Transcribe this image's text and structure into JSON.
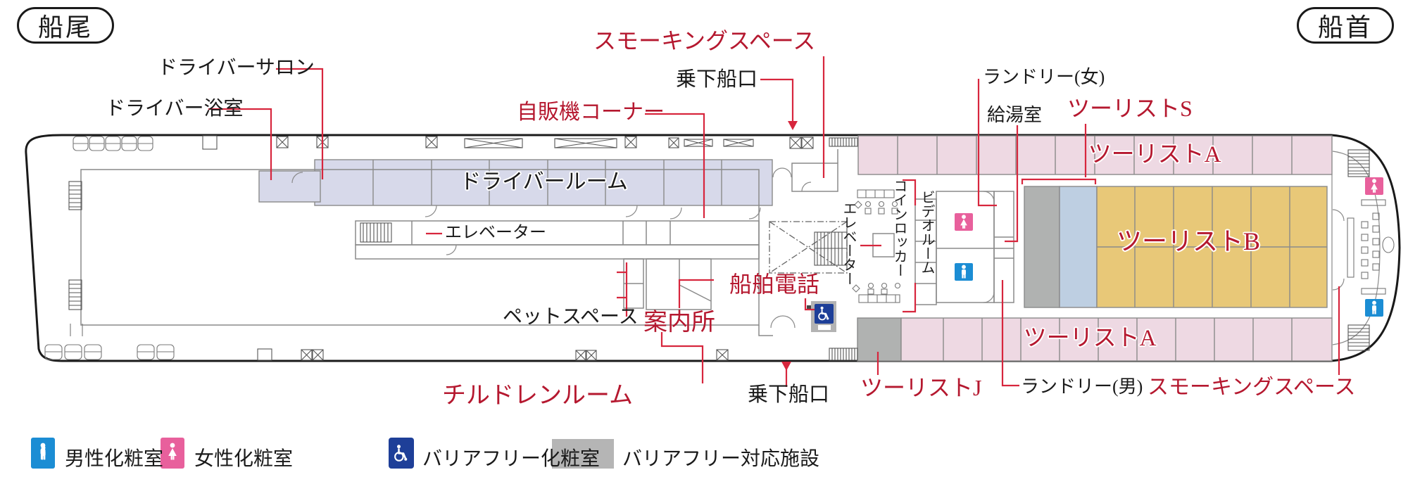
{
  "orientation": {
    "stern": "船尾",
    "bow": "船首"
  },
  "deck_labels": {
    "driver_salon": "ドライバーサロン",
    "driver_bath": "ドライバー浴室",
    "driver_room": "ドライバールーム",
    "elevator_driver": "エレベーター",
    "elevator_center": "エレベーター",
    "vending_corner": "自販機コーナー",
    "boarding_top": "乗下船口",
    "boarding_bottom": "乗下船口",
    "smoking_top": "スモーキングスペース",
    "smoking_bottom": "スモーキングスペース",
    "laundry_women": "ランドリー(女)",
    "laundry_men": "ランドリー(男)",
    "kitchenette": "給湯室",
    "tourist_s": "ツーリストS",
    "tourist_a_top": "ツーリストA",
    "tourist_a_bottom": "ツーリストA",
    "tourist_b": "ツーリストB",
    "tourist_j": "ツーリストJ",
    "ship_phone": "船舶電話",
    "info_desk": "案内所",
    "pet_space": "ペットスペース",
    "children_room": "チルドレンルーム",
    "coin_locker": "コインロッカー",
    "video_room": "ビデオルーム"
  },
  "legend": {
    "men": "男性化粧室",
    "women": "女性化粧室",
    "accessible_toilet": "バリアフリー化粧室",
    "accessible_facility": "バリアフリー対応施設"
  },
  "icons": {
    "men": "male-restroom-icon",
    "women": "female-restroom-icon",
    "accessible": "wheelchair-icon"
  },
  "colors": {
    "accent_red_text": "#b5182f",
    "leader_red": "#d7263d",
    "cabin_lavender": "#d7d9ea",
    "cabin_pink": "#eed9e3",
    "cabin_tan": "#e8c878",
    "cabin_blue": "#becfe2",
    "accessible_gray": "#b0b2b1",
    "men_blue": "#1b8dd4",
    "women_pink": "#e8609c",
    "accessible_navy": "#1e3f98"
  }
}
